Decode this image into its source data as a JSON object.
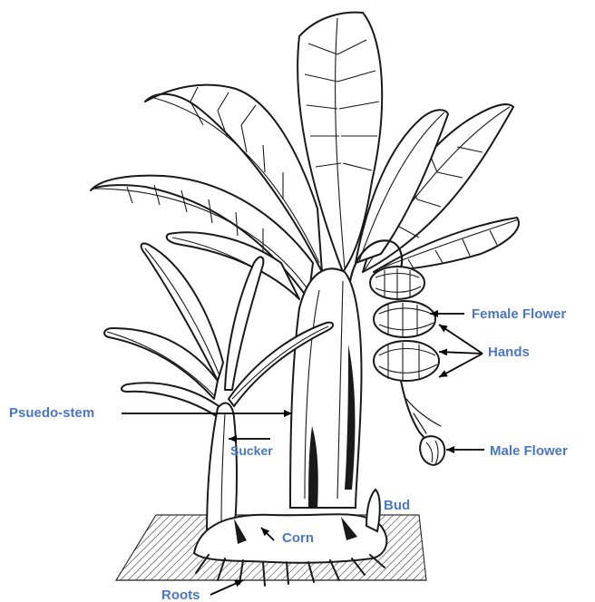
{
  "labels": {
    "female_flower": "Female Flower",
    "hands": "Hands",
    "pseudo_stem": "Psuedo-stem",
    "sucker": "Sucker",
    "male_flower": "Male Flower",
    "bud": "Bud",
    "corn": "Corn",
    "roots": "Roots"
  },
  "colors": {
    "label": "#4a78c2",
    "ink": "#1a1a1a",
    "background": "#ffffff"
  }
}
